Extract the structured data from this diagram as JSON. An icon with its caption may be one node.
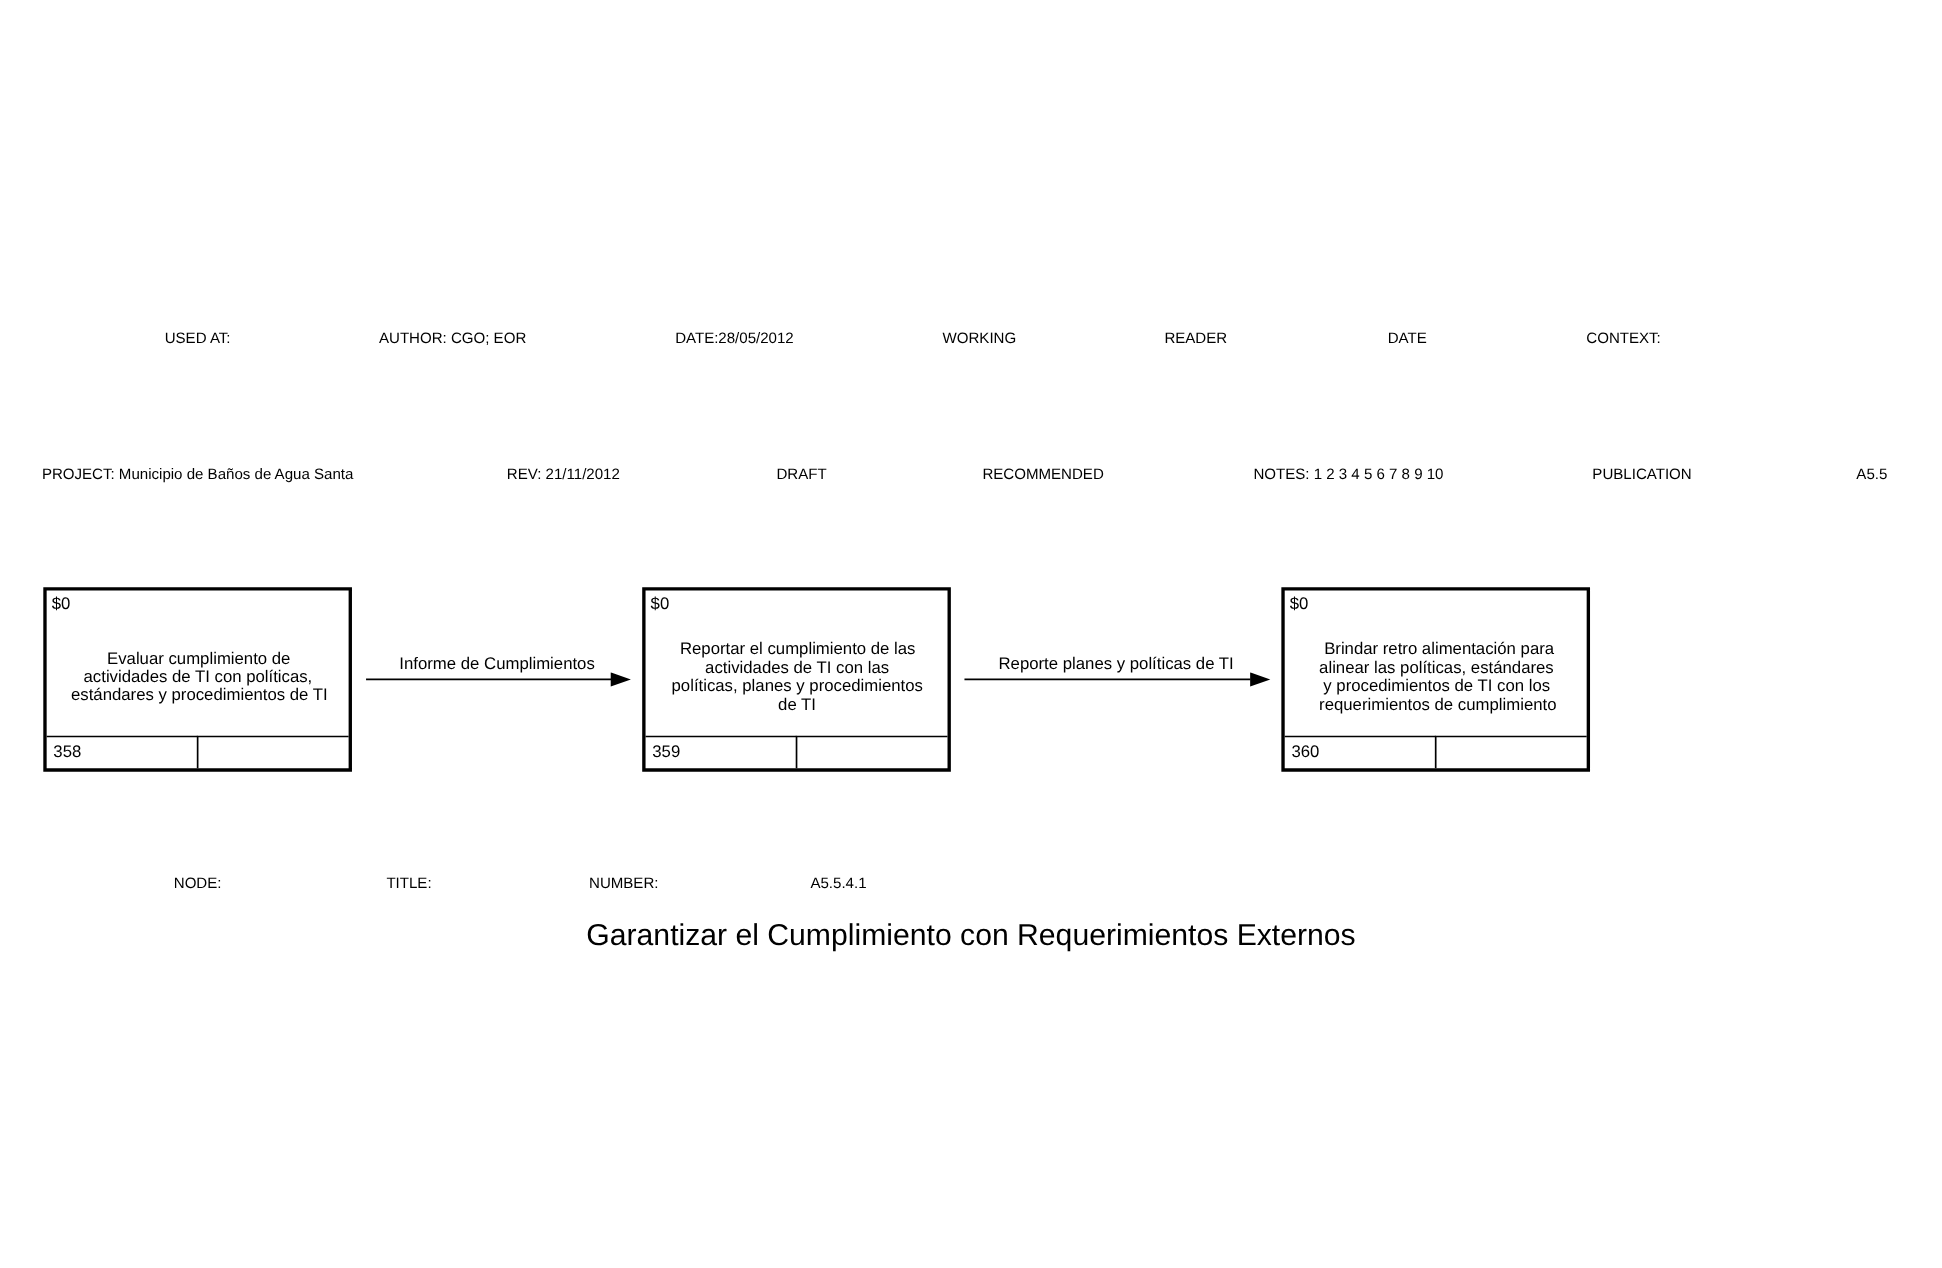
{
  "diagram": {
    "title": "Garantizar el Cumplimiento con Requerimientos Externos",
    "nodes": [
      {
        "text": [
          "$0",
          "Evaluar cumplimiento de actividades de TI con políticas, estándares y procedimientos de TI",
          "358"
        ]
      },
      {
        "text": [
          "$0",
          "Reportar el cumplimiento de las actividades de TI con las políticas, planes y procedimientos de TI",
          "359"
        ]
      },
      {
        "text": [
          "$0",
          "Brindar retro alimentación para alinear las políticas, estándares y procedimientos de TI con los requerimientos de cumplimiento",
          "360"
        ]
      }
    ],
    "edges": [
      {
        "from": 0,
        "to": 1,
        "arrow": "to",
        "label": "Informe de Cumplimientos"
      },
      {
        "from": 1,
        "to": 2,
        "arrow": "to",
        "label": "Reporte planes y políticas de TI"
      }
    ],
    "labels": [
      "USED AT:",
      "AUTHOR: CGO; EOR",
      "DATE:28/05/2012",
      "WORKING",
      "READER",
      "DATE",
      "CONTEXT:",
      "PROJECT: Municipio de Baños de Agua Santa",
      "REV: 21/11/2012",
      "DRAFT",
      "RECOMMENDED",
      "NOTES: 1 2 3 4 5 6 7 8 9 10",
      "PUBLICATION",
      "A5.5",
      "NODE:",
      "TITLE:",
      "NUMBER:",
      "A5.5.4.1"
    ]
  }
}
